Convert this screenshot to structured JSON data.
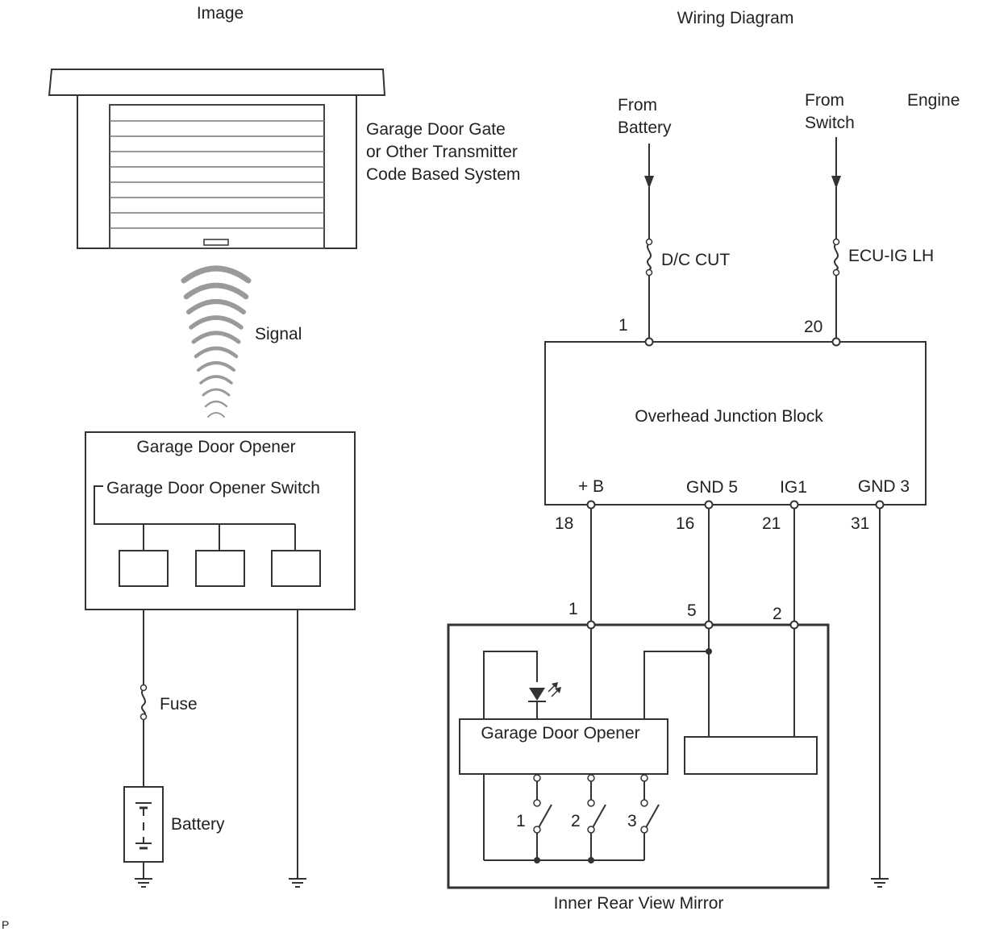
{
  "headings": {
    "left": "Image",
    "right": "Wiring Diagram"
  },
  "left": {
    "garage_caption": [
      "Garage Door Gate",
      "or Other Transmitter",
      "Code Based System"
    ],
    "signal": "Signal",
    "opener_title": "Garage Door Opener",
    "opener_switch": "Garage Door Opener Switch",
    "fuse": "Fuse",
    "battery": "Battery"
  },
  "right": {
    "from_battery": [
      "From",
      "Battery"
    ],
    "from_switch": [
      "From",
      "Switch"
    ],
    "engine": "Engine",
    "fuse_dc_cut": "D/C CUT",
    "fuse_ecu_ig": "ECU-IG LH",
    "junction_block": "Overhead Junction Block",
    "jb_top_pins": [
      "1",
      "20"
    ],
    "jb_pin_names": [
      "+ B",
      "GND 5",
      "IG1",
      "GND 3"
    ],
    "jb_bottom_pins": [
      "18",
      "16",
      "21",
      "31"
    ],
    "mirror_pins": [
      "1",
      "5",
      "2"
    ],
    "mirror_opener": "Garage Door Opener",
    "switch_numbers": [
      "1",
      "2",
      "3"
    ],
    "mirror_label": "Inner Rear View Mirror"
  },
  "footer_code": "P"
}
